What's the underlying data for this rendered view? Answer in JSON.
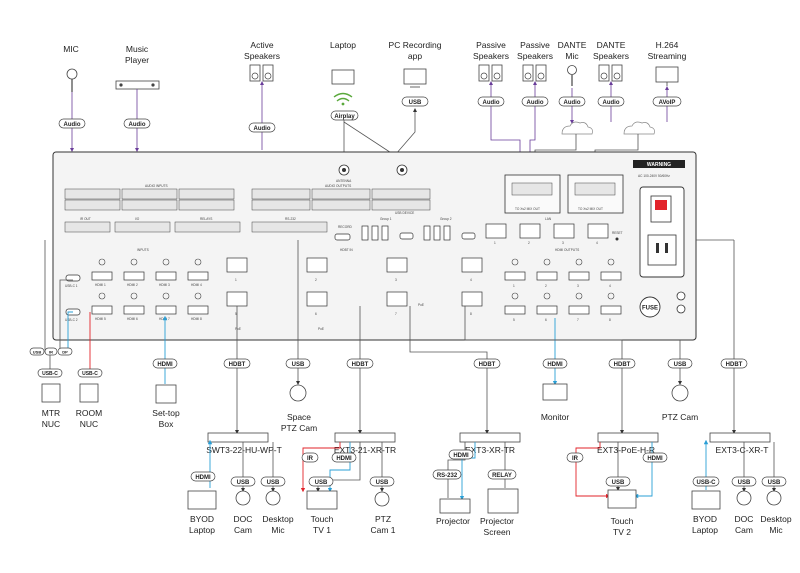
{
  "sources": {
    "mic": "MIC",
    "music": [
      "Music",
      "Player"
    ],
    "active": [
      "Active",
      "Speakers"
    ],
    "laptop": "Laptop",
    "pcrec": [
      "PC Recording",
      "app"
    ],
    "passive1": [
      "Passive",
      "Speakers"
    ],
    "passive2": [
      "Passive",
      "Speakers"
    ],
    "dantemic": [
      "DANTE",
      "Mic"
    ],
    "dantespk": [
      "DANTE",
      "Speakers"
    ],
    "h264": [
      "H.264",
      "Streaming"
    ]
  },
  "tags": {
    "audio": "Audio",
    "usb": "USB",
    "airplay": "Airplay",
    "avoip": "AVoIP",
    "hdmi": "HDMI",
    "hdbt": "HDBT",
    "usbc": "USB-C",
    "ir": "IR",
    "rs232": "RS-232",
    "relay": "RELAY",
    "usb_small": "USB",
    "ir_small": "IR",
    "dp_small": "DP"
  },
  "panel": {
    "audio_inputs": "AUDIO INPUTS",
    "audio_outputs": "AUDIO OUTPUTS",
    "antenna": "ANTENNA",
    "ir_out": "IR OUT",
    "io": "I/O",
    "relays": "RELAYS",
    "rs232": "RS-232",
    "usb_device": "USB DEVICE",
    "group1": "Group 1",
    "group2": "Group 2",
    "record": "RECORD",
    "lan": "LAN",
    "reset": "RESET",
    "inputs": "INPUTS",
    "hdbt_in": "HDBT IN",
    "hdmi_outputs": "HDMI OUTPUTS",
    "warning": "WARNING",
    "power": "AC 100-240V 50/60Hz",
    "fuse": "FUSE",
    "usbc_1": "USB-C 1",
    "usbc_2": "USB-C 2",
    "hdmi_in": [
      "HDMI 1",
      "HDMI 2",
      "HDMI 3",
      "HDMI 4",
      "HDMI 5",
      "HDMI 6",
      "HDMI 7",
      "HDMI 8"
    ],
    "hdbt_ports": [
      "1",
      "2",
      "3",
      "4",
      "5",
      "6",
      "7",
      "8"
    ],
    "hdmi_out": [
      "1",
      "2",
      "3",
      "4",
      "5",
      "6",
      "7",
      "8"
    ],
    "lan_ports": [
      "1",
      "2",
      "3",
      "4"
    ],
    "poe_tag": "PoE",
    "amp_label": "TO Xs2 MIX OUT"
  },
  "extenders": {
    "swt": "SWT3-22-HU-WP-T",
    "ext21": "EXT3-21-XR-TR",
    "extxr": "EXT3-XR-TR",
    "extpoe": "EXT3-PoE-H-R",
    "extc": "EXT3-C-XR-T"
  },
  "devices": {
    "mtr": [
      "MTR",
      "NUC"
    ],
    "room": [
      "ROOM",
      "NUC"
    ],
    "settop": [
      "Set-top",
      "Box"
    ],
    "ptz1": [
      "Space",
      "PTZ Cam"
    ],
    "monitor": "Monitor",
    "ptz2": "PTZ Cam",
    "byod1": [
      "BYOD",
      "Laptop"
    ],
    "doc1": [
      "DOC",
      "Cam"
    ],
    "mic1": [
      "Desktop",
      "Mic"
    ],
    "touch1": [
      "Touch",
      "TV 1"
    ],
    "ptzcam1": [
      "PTZ",
      "Cam 1"
    ],
    "projector": "Projector",
    "screen": [
      "Projector",
      "Screen"
    ],
    "touch2": [
      "Touch",
      "TV 2"
    ],
    "byod2": [
      "BYOD",
      "Laptop"
    ],
    "doc2": [
      "DOC",
      "Cam"
    ],
    "mic2": [
      "Desktop",
      "Mic"
    ]
  }
}
